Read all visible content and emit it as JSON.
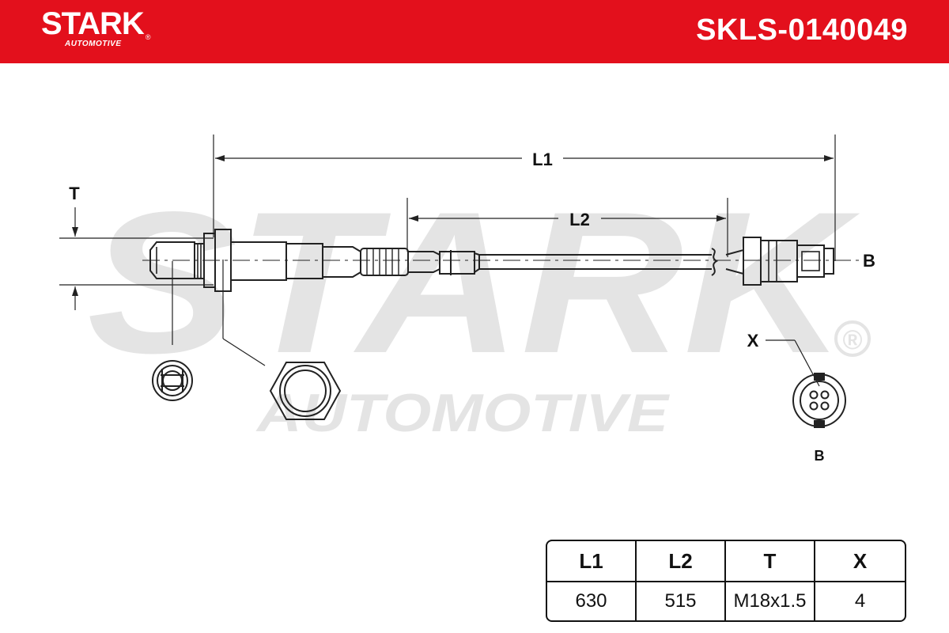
{
  "header": {
    "brand": "STARK",
    "brand_sub": "AUTOMOTIVE",
    "brand_mark": "®",
    "part_number": "SKLS-0140049",
    "color": "#e3101c"
  },
  "watermark": {
    "brand": "STARK",
    "brand_sub": "AUTOMOTIVE",
    "mark": "®"
  },
  "drawing": {
    "labels": {
      "l1": "L1",
      "l2": "L2",
      "t": "T",
      "b_right": "B",
      "x": "X",
      "b_bottom": "B"
    }
  },
  "spec_table": {
    "headers": [
      "L1",
      "L2",
      "T",
      "X"
    ],
    "values": [
      "630",
      "515",
      "M18x1.5",
      "4"
    ]
  }
}
